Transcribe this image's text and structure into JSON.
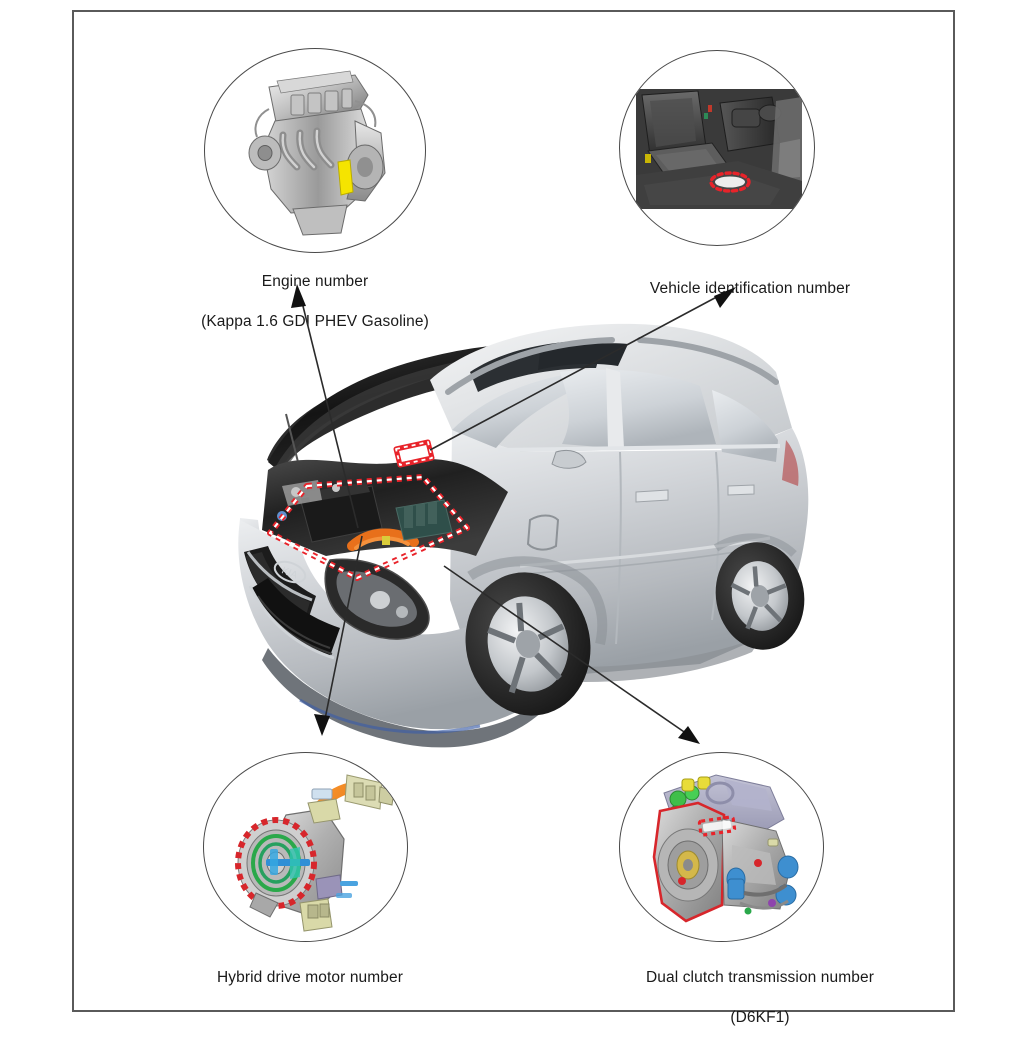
{
  "document": {
    "type": "vehicle-identification-number-locations-diagram",
    "page_border": true
  },
  "callouts": [
    {
      "id": "engine-number",
      "label": "Engine number\n(Kappa 1.6 GDI PHEV Gasoline)",
      "title": "Engine number",
      "subtitle": "(Kappa 1.6 GDI PHEV Gasoline)",
      "image": "engine-photo",
      "image_description": "grayscale photo of a 4-cylinder engine with a yellow highlighted stamping location",
      "marker_color": "#f5e400",
      "position": "top-left"
    },
    {
      "id": "vehicle-identification-number",
      "label": "Vehicle identification number",
      "title": "Vehicle identification number",
      "subtitle": "",
      "image": "interior-seat-photo",
      "image_description": "grayscale photo of front passenger seat and floor with red dashed oval marking the VIN plate",
      "marker_color": "#e8232a",
      "position": "top-right"
    },
    {
      "id": "hybrid-drive-motor-number",
      "label": "Hybrid drive motor number",
      "title": "Hybrid drive motor number",
      "subtitle": "",
      "image": "hybrid-motor-cutaway",
      "image_description": "color cutaway of hybrid drive motor with orange high-voltage cable, red stator and green rotor",
      "marker_color": "#e8232a",
      "position": "bottom-left"
    },
    {
      "id": "dual-clutch-transmission-number",
      "label": "Dual clutch transmission number\n(D6KF1)",
      "title": "Dual clutch transmission number",
      "subtitle": "(D6KF1)",
      "image": "dct-cutaway",
      "image_description": "color cutaway of dual clutch transmission housing outlined in red with dashed marker on the case",
      "marker_color": "#e8232a",
      "position": "bottom-right"
    }
  ],
  "vehicle": {
    "name": "kia-niro-phev",
    "view": "front-three-quarter-hood-open",
    "body_color": "#c9ccd0",
    "markers": [
      {
        "id": "engine-bay-marker",
        "shape": "dashed-parallelogram",
        "color": "#e8232a",
        "meaning": "engine compartment identification area"
      },
      {
        "id": "cowl-vin-marker",
        "shape": "dashed-rectangle",
        "color": "#e8232a",
        "meaning": "VIN plate on cowl panel"
      }
    ]
  },
  "leader_lines": [
    {
      "id": "engine-leader",
      "from": "engine-bay-marker",
      "to": "engine-number",
      "arrow": "up-left"
    },
    {
      "id": "vin-leader",
      "from": "cowl-vin-marker",
      "to": "vehicle-identification-number",
      "arrow": "up-right"
    },
    {
      "id": "motor-leader",
      "from": "engine-bay-marker",
      "to": "hybrid-drive-motor-number",
      "arrow": "down-left"
    },
    {
      "id": "dct-leader",
      "from": "engine-bay-marker",
      "to": "dual-clutch-transmission-number",
      "arrow": "down-right"
    }
  ],
  "colors": {
    "text": "#1a1a1a",
    "border": "#5a5a5a",
    "circle_stroke": "#4a4a4a",
    "marker_red": "#e8232a",
    "marker_yellow": "#f5e400",
    "leader_line": "#2b2b2b"
  }
}
